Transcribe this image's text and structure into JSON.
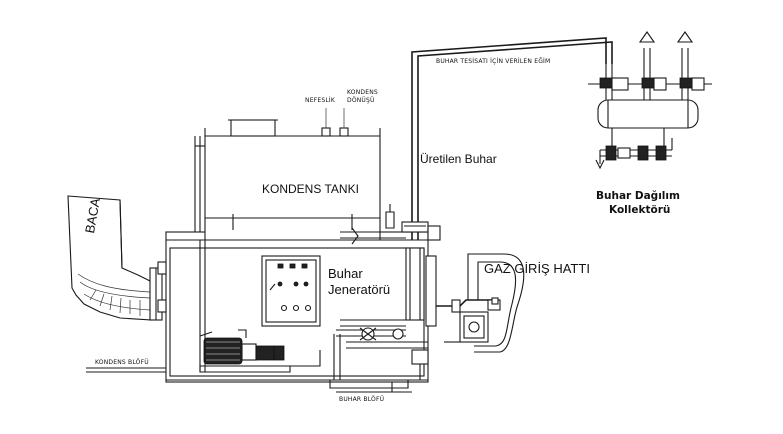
{
  "labels": {
    "baca": "BACA",
    "kondens_tanki": "KONDENS TANKI",
    "nefeslik": "NEFESLİK",
    "kondens_donusu_1": "KONDENS",
    "kondens_donusu_2": "DÖNÜŞÜ",
    "uretilen_buhar": "Üretilen Buhar",
    "buhar_tesisati": "BUHAR TESİSATI İÇİN VERİLEN EĞİM",
    "kollektor_1": "Buhar Dağılım",
    "kollektor_2": "Kollektörü",
    "jenerator_1": "Buhar",
    "jenerator_2": "Jeneratörü",
    "gaz_giris": "GAZ GİRİŞ HATTI",
    "kondens_blofu": "KONDENS BLÖFÜ",
    "buhar_blofu": "BUHAR BLÖFÜ"
  }
}
